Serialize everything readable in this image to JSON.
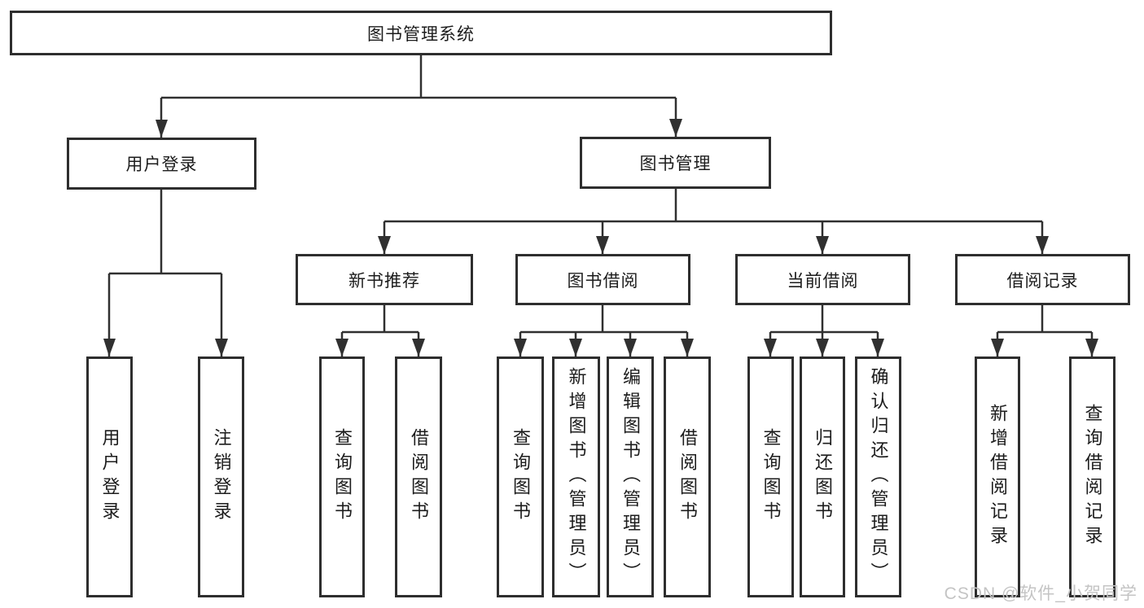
{
  "diagram": {
    "root": {
      "label": "图书管理系统"
    },
    "branches": [
      {
        "label": "用户登录",
        "leaves": [
          {
            "label": "用户登录"
          },
          {
            "label": "注销登录"
          }
        ]
      },
      {
        "label": "图书管理",
        "groups": [
          {
            "label": "新书推荐",
            "leaves": [
              {
                "label": "查询图书"
              },
              {
                "label": "借阅图书"
              }
            ]
          },
          {
            "label": "图书借阅",
            "leaves": [
              {
                "label": "查询图书"
              },
              {
                "label": "新增图书（管理员）"
              },
              {
                "label": "编辑图书（管理员）"
              },
              {
                "label": "借阅图书"
              }
            ]
          },
          {
            "label": "当前借阅",
            "leaves": [
              {
                "label": "查询图书"
              },
              {
                "label": "归还图书"
              },
              {
                "label": "确认归还（管理员）"
              }
            ]
          },
          {
            "label": "借阅记录",
            "leaves": [
              {
                "label": "新增借阅记录"
              },
              {
                "label": "查询借阅记录"
              }
            ]
          }
        ]
      }
    ]
  },
  "watermark": {
    "text": "CSDN @软件_小贺同学"
  },
  "colors": {
    "line": "#303030",
    "border": "#2e2e2e",
    "text": "#1c1c1c",
    "background": "#ffffff",
    "watermark": "#c4c4c4"
  }
}
